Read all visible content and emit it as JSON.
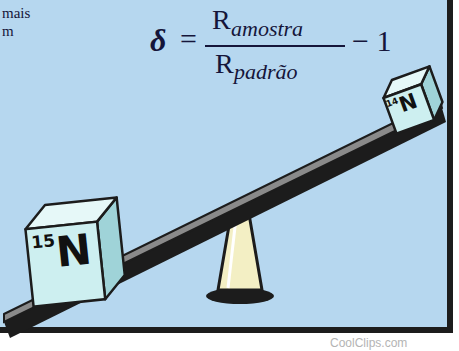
{
  "diagram": {
    "nodes": [
      {
        "text": [
          "15",
          "N"
        ]
      },
      {
        "text": [
          "14",
          "N"
        ]
      }
    ],
    "labels": [
      "mais",
      "m",
      "δ",
      "=",
      "R",
      "amostra",
      "R",
      "padrão",
      "− 1",
      "CoolClips.com"
    ]
  }
}
